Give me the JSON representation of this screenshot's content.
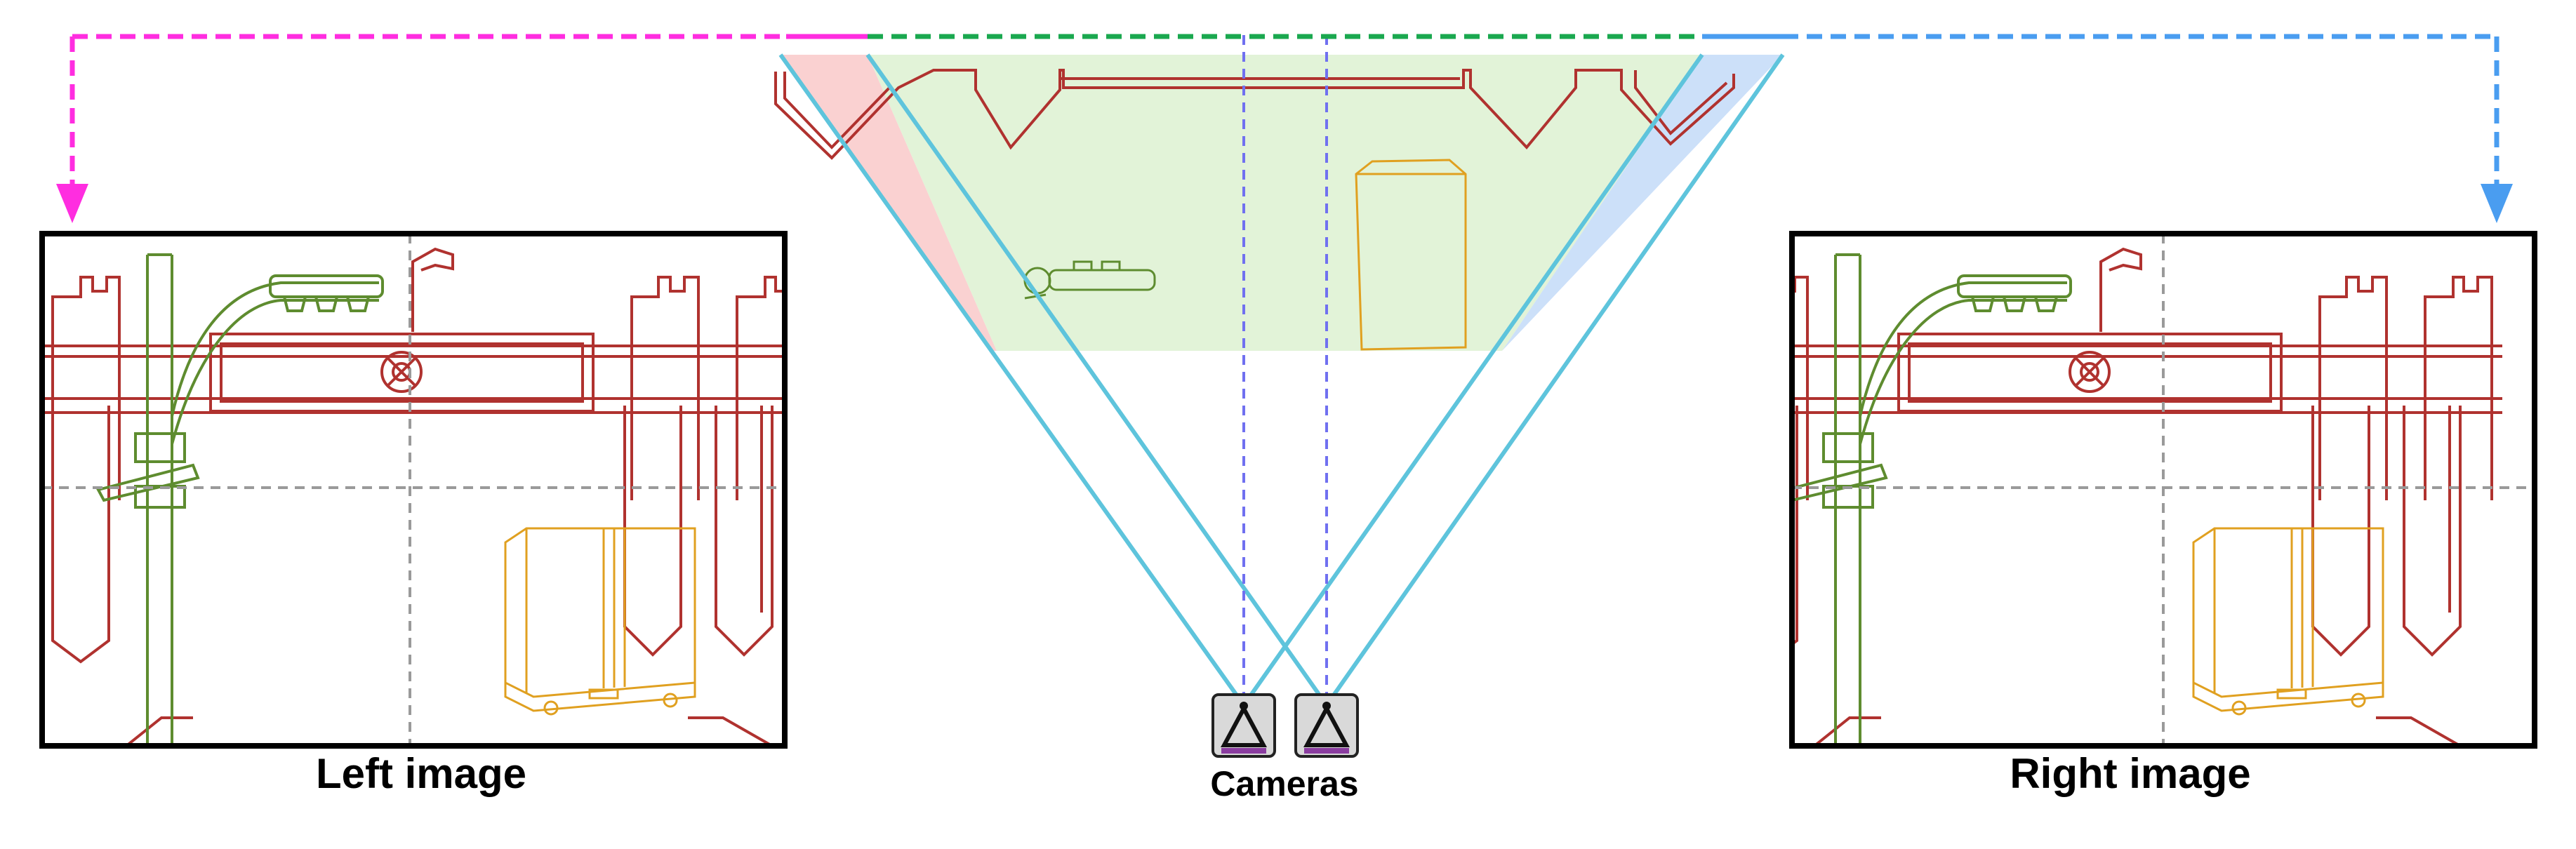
{
  "labels": {
    "left_image": "Left image",
    "right_image": "Right image",
    "cameras": "Cameras"
  },
  "colors": {
    "left_view": "#ff2de0",
    "overlap_view": "#1aa84f",
    "right_view": "#4a9df0",
    "frustum_line": "#5ec4dc",
    "optical_axis": "#7070f0",
    "left_only_fill": "#f9c9c9",
    "overlap_fill": "#dff2d4",
    "right_only_fill": "#c6ddf8",
    "shelf": "#b0322f",
    "pole": "#5e8c2f",
    "box": "#e0a020",
    "center_guides": "#9a9a9a",
    "camera_body": "#d9d9d9",
    "camera_base": "#8a3da0"
  },
  "icons": [
    "camera-icon",
    "arrow-down-icon"
  ]
}
